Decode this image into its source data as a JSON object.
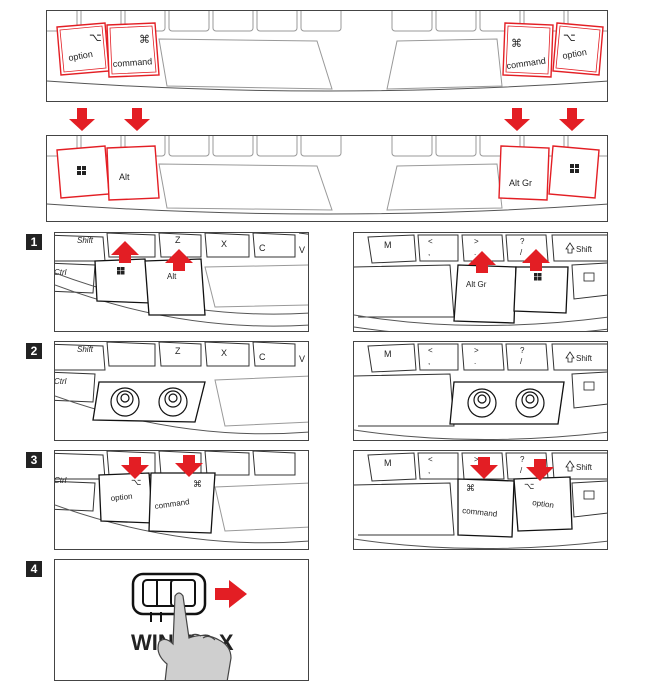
{
  "top_mac": {
    "left_keys": [
      {
        "symbol": "⌥",
        "label": "option"
      },
      {
        "symbol": "⌘",
        "label": "command"
      }
    ],
    "right_keys": [
      {
        "symbol": "⌘",
        "label": "command"
      },
      {
        "symbol": "⌥",
        "label": "option"
      }
    ]
  },
  "top_win": {
    "left_keys": [
      {
        "label": "Alt"
      }
    ],
    "right_keys": [
      {
        "label": "Alt Gr"
      }
    ]
  },
  "steps": [
    "1",
    "2",
    "3",
    "4"
  ],
  "left_row_letters": [
    "Z",
    "X",
    "C",
    "V"
  ],
  "right_row_letters": [
    "M",
    "<",
    ",",
    ">",
    ".",
    "?",
    "/"
  ],
  "modifier_labels": {
    "shift": "Shift",
    "ctrl": "Ctrl",
    "alt": "Alt",
    "altgr": "Alt Gr",
    "option": "option",
    "command": "command"
  },
  "switch": {
    "left": "WIN",
    "right": "OS X"
  },
  "colors": {
    "accent": "#e31e24",
    "line": "#333333",
    "key_fill": "#ffffff"
  }
}
